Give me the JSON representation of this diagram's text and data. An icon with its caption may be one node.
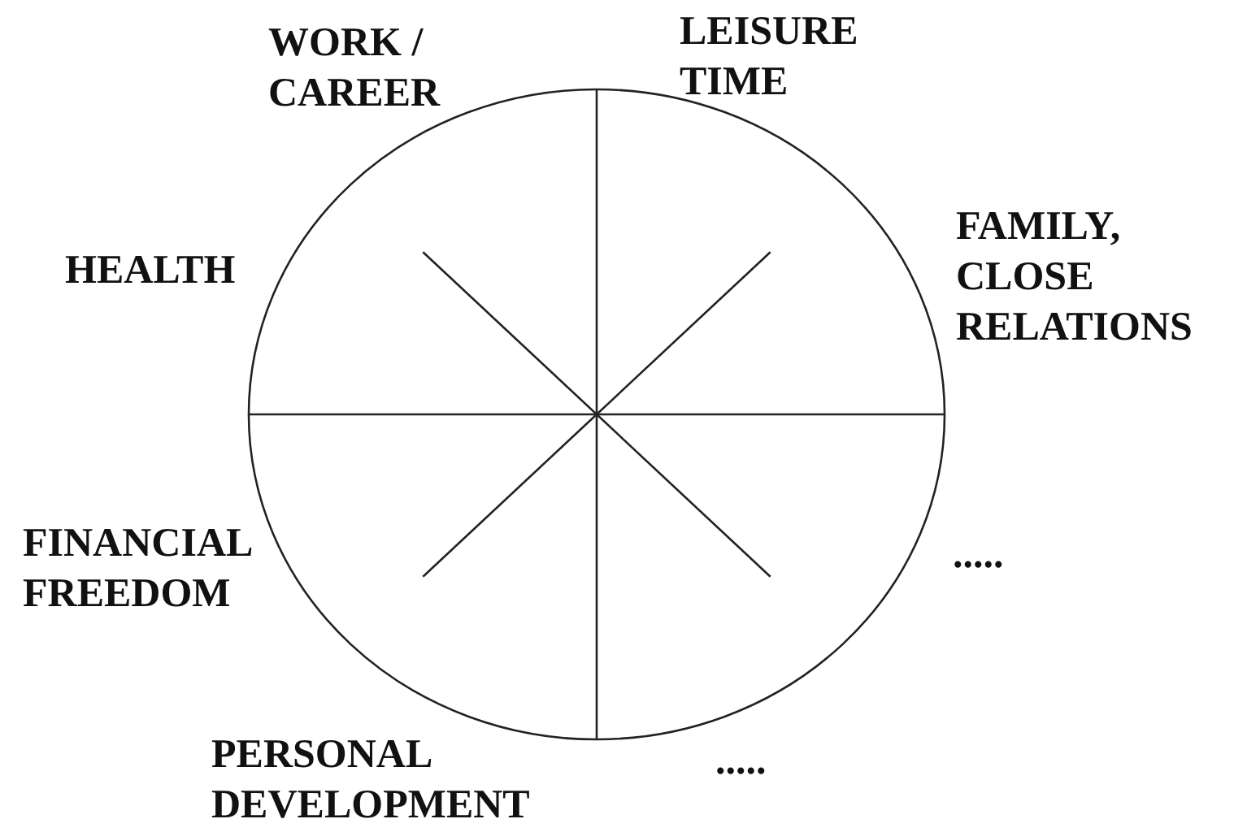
{
  "diagram": {
    "labels": [
      "LEISURE TIME",
      "WORK / CAREER",
      "FAMILY, CLOSE RELATIONS",
      "HEALTH",
      "FINANCIAL FREEDOM",
      ".....",
      "PERSONAL DEVELOPMENT",
      "....."
    ]
  }
}
